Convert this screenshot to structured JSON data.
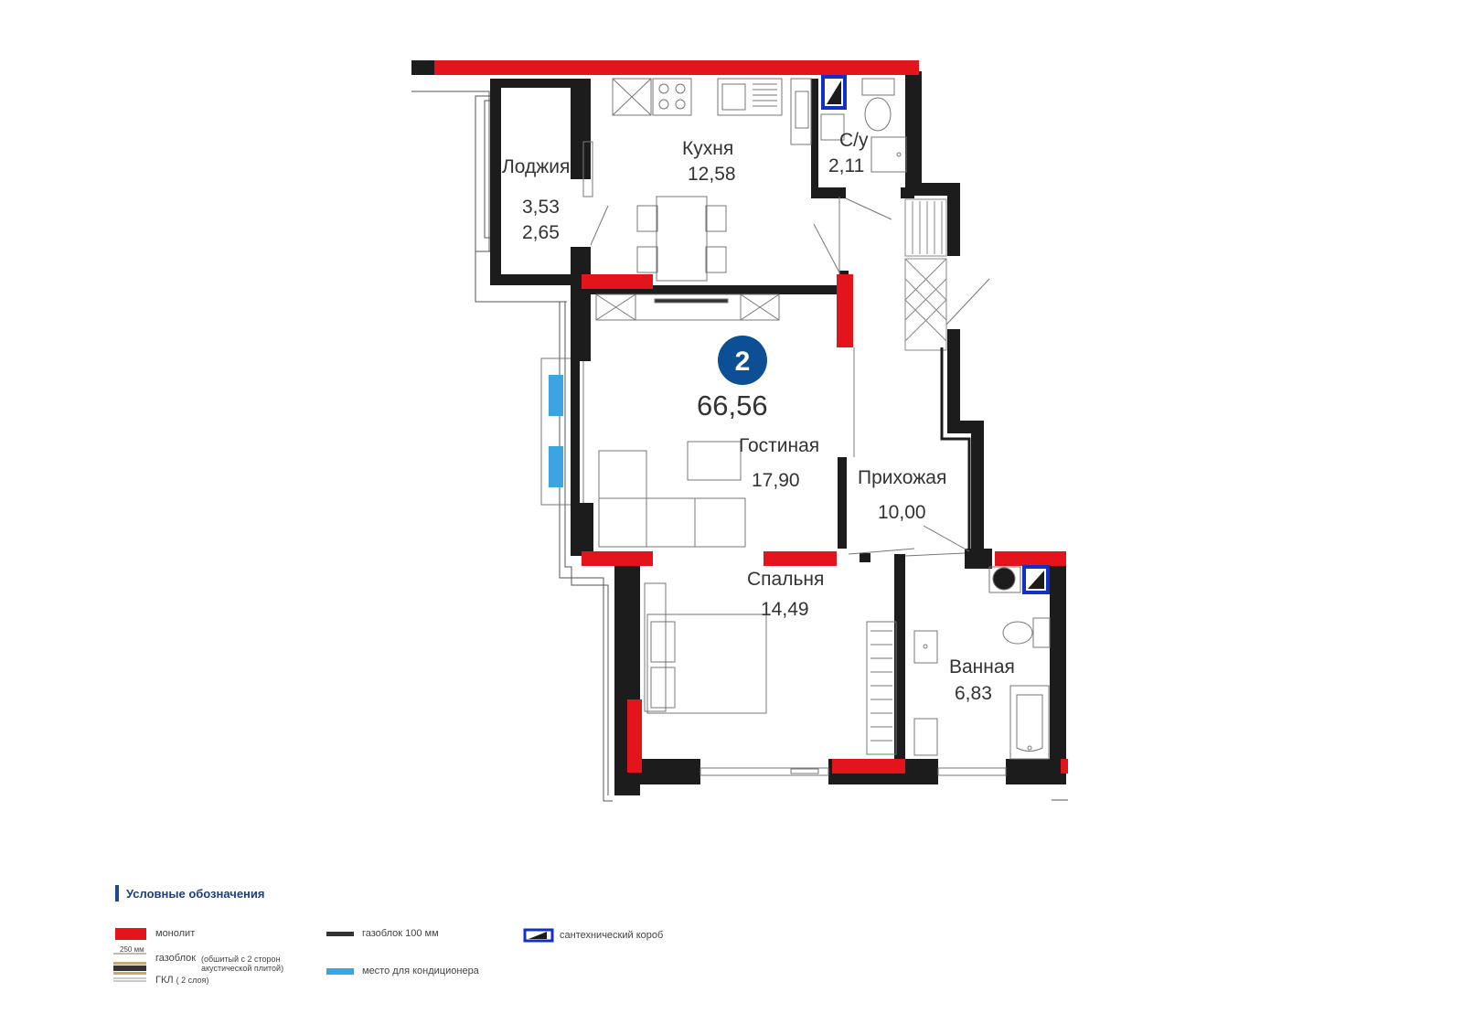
{
  "apartment": {
    "rooms_count": "2",
    "total_area": "66,56"
  },
  "rooms": {
    "loggia": {
      "name": "Лоджия",
      "area1": "3,53",
      "area2": "2,65"
    },
    "kitchen": {
      "name": "Кухня",
      "area": "12,58"
    },
    "wc": {
      "name": "С/у",
      "area": "2,11"
    },
    "living": {
      "name": "Гостиная",
      "area": "17,90"
    },
    "hall": {
      "name": "Прихожая",
      "area": "10,00"
    },
    "bedroom": {
      "name": "Спальня",
      "area": "14,49"
    },
    "bathroom": {
      "name": "Ванная",
      "area": "6,83"
    }
  },
  "legend": {
    "title": "Условные обозначения",
    "monolith": "монолит",
    "gasblock100": "газоблок 100 мм",
    "plumbing_box": "сантехнический короб",
    "dim_250": "250 мм",
    "gasblock_lined": "газоблок",
    "gasblock_lined_note": "(обшитый с 2 сторон акустической плитой)",
    "gkl": "ГКЛ",
    "gkl_note": "( 2 слоя)",
    "ac_place": "место для кондиционера"
  },
  "colors": {
    "monolith": "#e3141c",
    "wall": "#1c1c1c",
    "badge": "#0d4f94",
    "ac": "#3aa5e0",
    "plumbing": "#1230c8"
  }
}
